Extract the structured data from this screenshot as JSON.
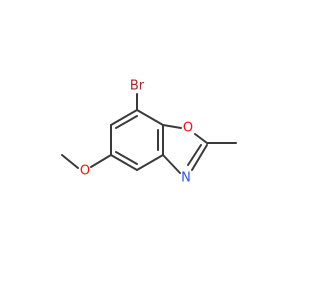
{
  "molecule": {
    "atoms": {
      "bromine": "Br",
      "ring_oxygen": "O",
      "ring_nitrogen": "N",
      "methoxy_oxygen": "O"
    },
    "colors": {
      "bond": "#3a3a3a",
      "bromine": "#a62929",
      "oxygen": "#ff0d0d",
      "nitrogen": "#3050f8"
    }
  }
}
